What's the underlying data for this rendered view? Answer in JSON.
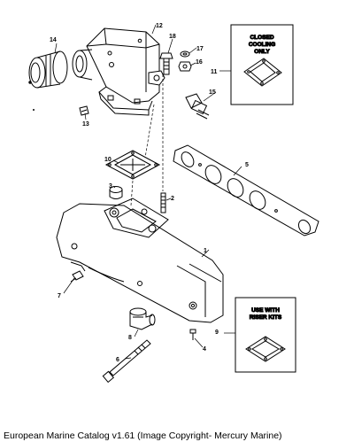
{
  "callouts": {
    "c1": "1",
    "c2": "2",
    "c3": "3",
    "c4": "4",
    "c5": "5",
    "c6": "6",
    "c7": "7",
    "c8": "8",
    "c9": "9",
    "c10": "10",
    "c11": "11",
    "c12": "12",
    "c13": "13",
    "c14": "14",
    "c15": "15",
    "c16": "16",
    "c17": "17",
    "c18": "18"
  },
  "box_closed_cooling": {
    "line1": "CLOSED",
    "line2": "COOLING",
    "line3": "ONLY"
  },
  "box_riser_kits": {
    "line1": "USE WITH",
    "line2": "RISER KITS"
  },
  "caption": "European Marine Catalog v1.61 (Image Copyright- Mercury Marine)"
}
